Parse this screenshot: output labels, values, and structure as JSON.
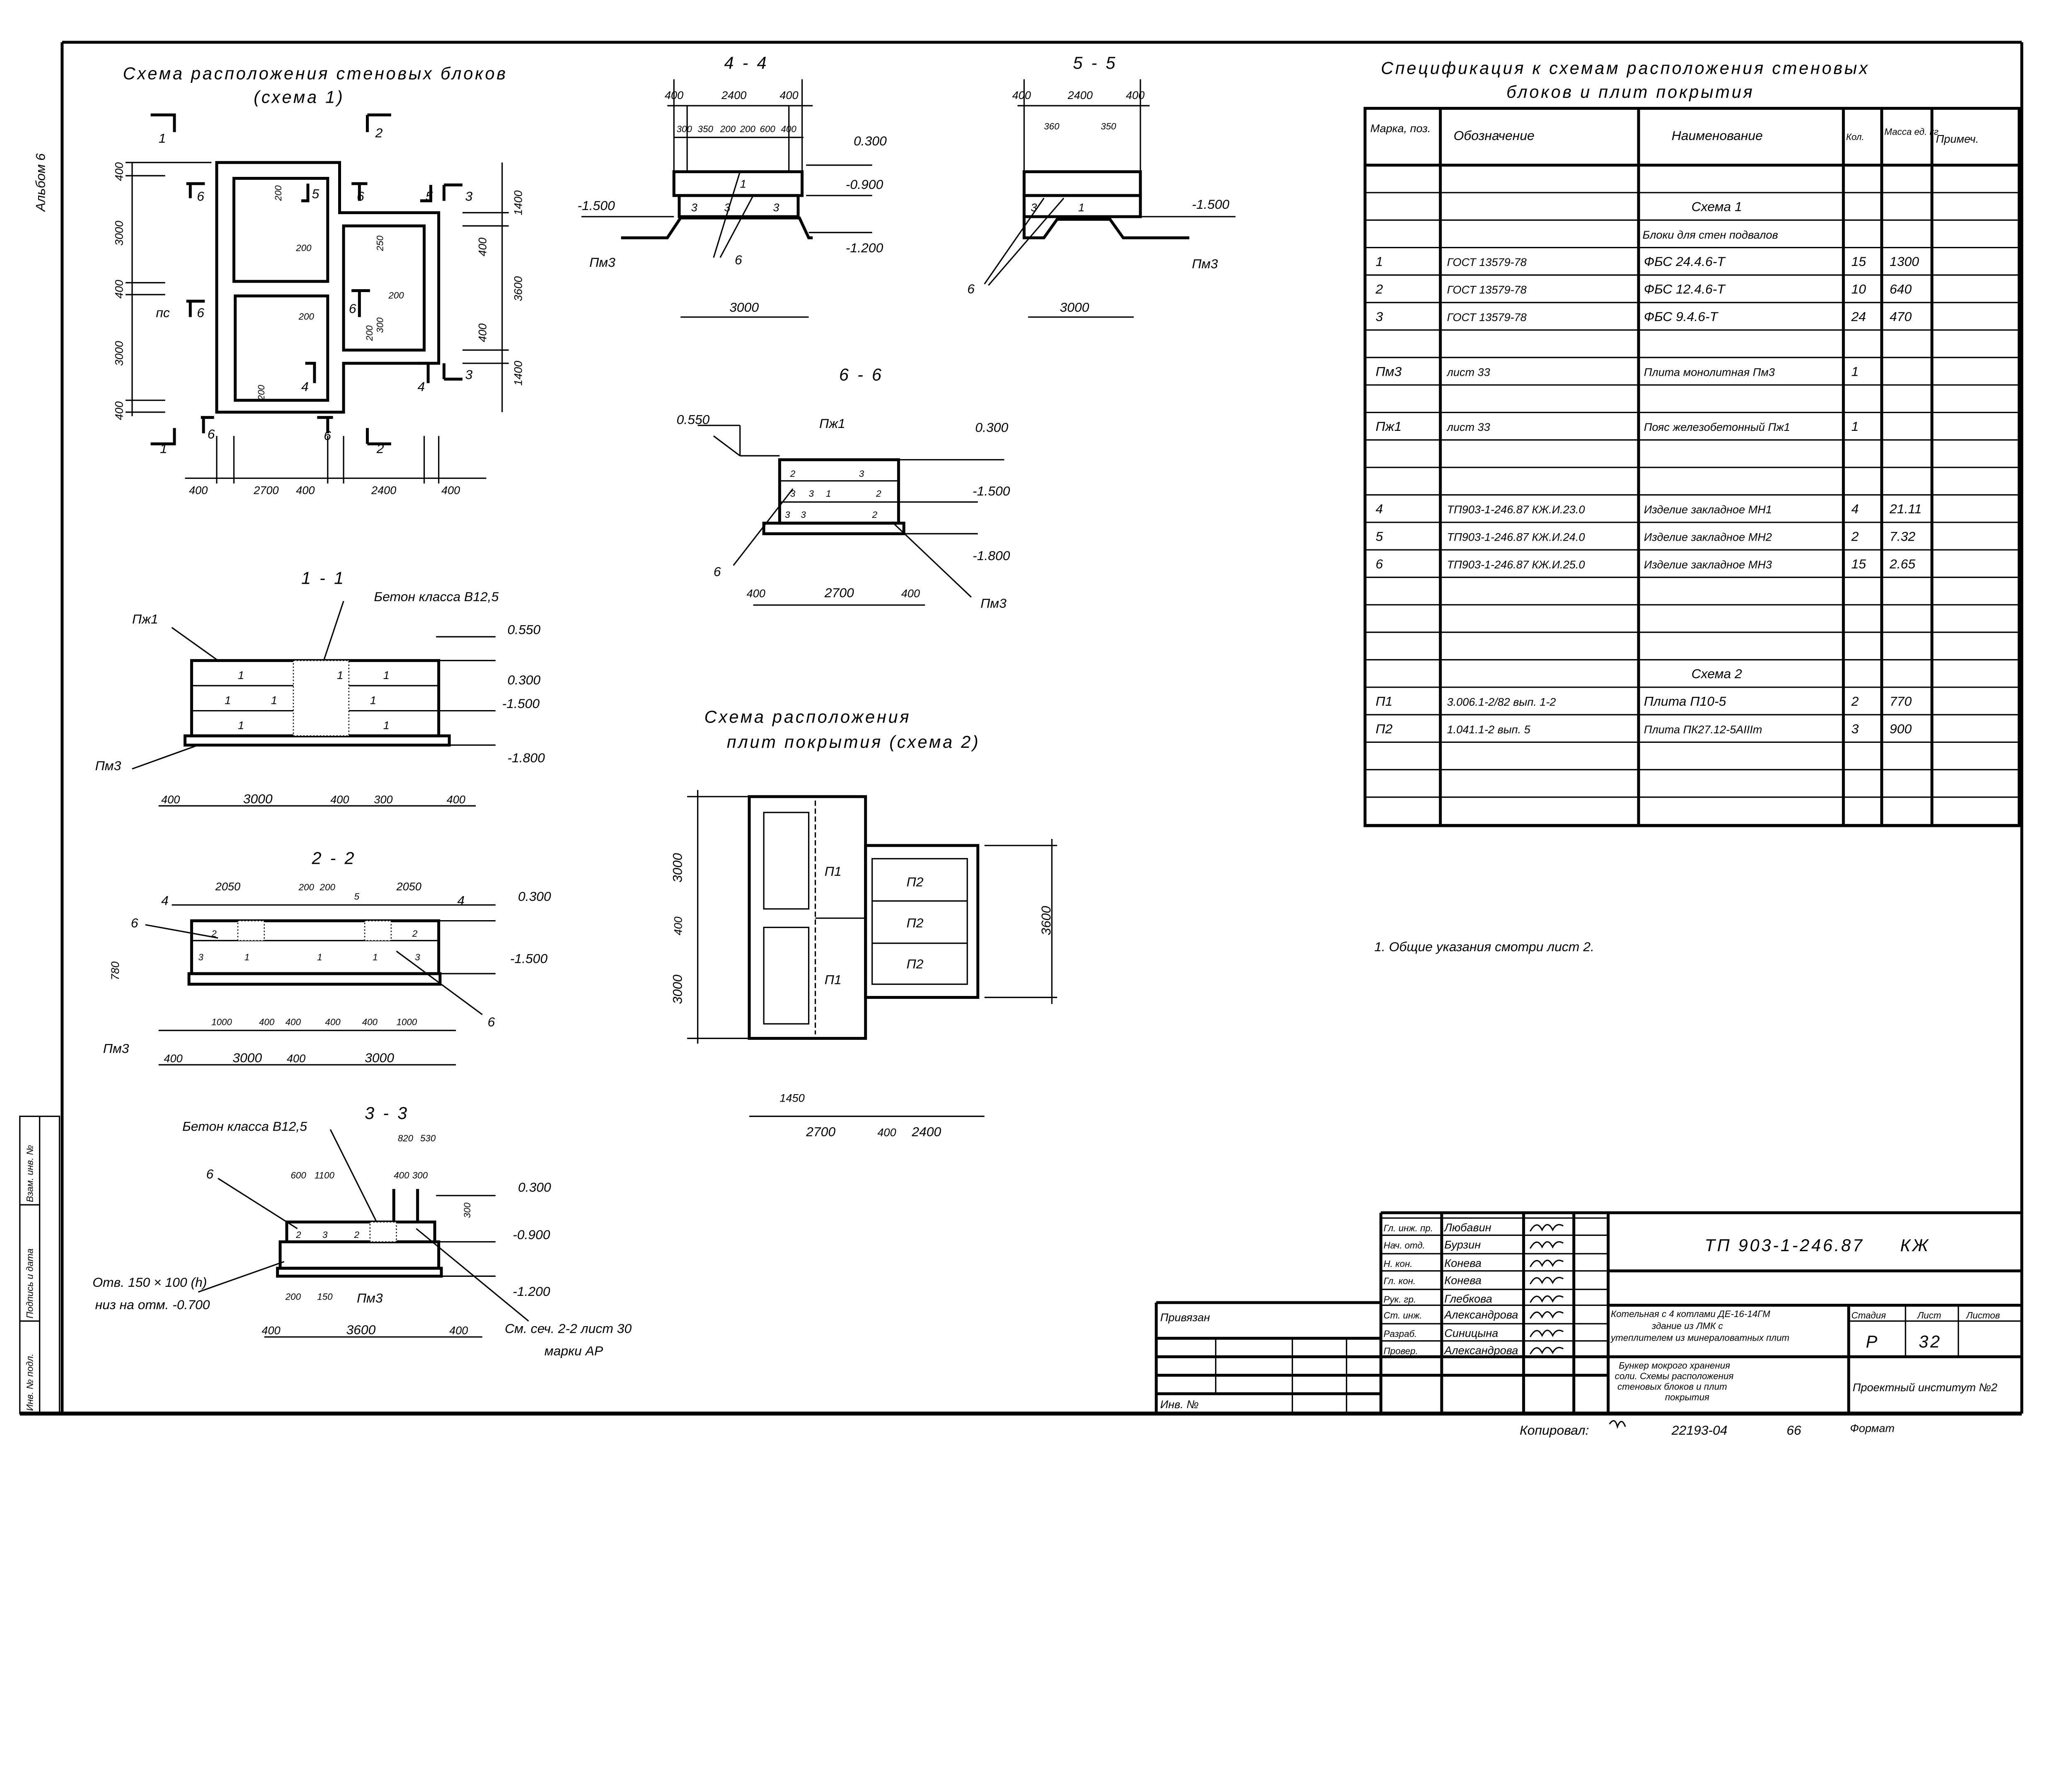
{
  "album": "Альбом 6",
  "side_stamp": [
    "Инв. № подл.",
    "Подпись и дата",
    "Взам. инв. №"
  ],
  "schema1": {
    "title": "Схема расположения стеновых блоков",
    "subtitle": "(схема 1)",
    "dims": [
      "400",
      "3000",
      "400",
      "3000",
      "400",
      "1400",
      "400",
      "3600",
      "400",
      "1400",
      "400",
      "2700",
      "400",
      "2400",
      "400",
      "200",
      "200",
      "250",
      "200",
      "200",
      "200",
      "200",
      "300"
    ],
    "marks": [
      "1",
      "2",
      "6",
      "5",
      "6",
      "5",
      "3",
      "пс",
      "6",
      "6",
      "4",
      "4",
      "3",
      "6",
      "6",
      "1",
      "2"
    ]
  },
  "sec44": {
    "title": "4 - 4",
    "dims": [
      "400",
      "2400",
      "400",
      "300",
      "350",
      "200",
      "200",
      "600",
      "400",
      "3000"
    ],
    "elev": [
      "0.300",
      "-0.900",
      "-1.500",
      "-1.200"
    ],
    "labels": [
      "Пм3",
      "6",
      "1",
      "3",
      "3",
      "3"
    ]
  },
  "sec55": {
    "title": "5 - 5",
    "dims": [
      "400",
      "2400",
      "400",
      "360",
      "350",
      "3000"
    ],
    "elev": [
      "-1.500"
    ],
    "labels": [
      "Пм3",
      "6",
      "3",
      "1"
    ]
  },
  "sec66": {
    "title": "6 - 6",
    "dims": [
      "400",
      "2700",
      "400"
    ],
    "elev": [
      "0.550",
      "0.300",
      "-1.500",
      "-1.800"
    ],
    "labels": [
      "Пж1",
      "Пм3",
      "6",
      "2",
      "3",
      "3",
      "3",
      "1",
      "2",
      "3",
      "3",
      "2"
    ]
  },
  "sec11": {
    "title": "1 - 1",
    "concrete": "Бетон класса В12,5",
    "dims": [
      "400",
      "3000",
      "400",
      "300",
      "400"
    ],
    "elev": [
      "0.550",
      "0.300",
      "-1.500",
      "-1.800"
    ],
    "labels": [
      "Пж1",
      "Пм3",
      "1",
      "1",
      "1",
      "1",
      "1",
      "1",
      "1",
      "1"
    ]
  },
  "sec22": {
    "title": "2 - 2",
    "dims": [
      "2050",
      "200",
      "200",
      "2050",
      "780",
      "1000",
      "400",
      "400",
      "400",
      "400",
      "1000",
      "400",
      "3000",
      "400",
      "3000"
    ],
    "elev": [
      "0.300",
      "-1.500"
    ],
    "labels": [
      "4",
      "4",
      "6",
      "6",
      "Пм3",
      "2",
      "2",
      "3",
      "3",
      "1",
      "1",
      "1",
      "5"
    ]
  },
  "sec33": {
    "title": "3 - 3",
    "concrete": "Бетон класса В12,5",
    "dims": [
      "820",
      "530",
      "300",
      "600",
      "1100",
      "400",
      "300",
      "200",
      "150",
      "400",
      "3600",
      "400"
    ],
    "elev": [
      "0.300",
      "-0.900",
      "-1.200"
    ],
    "labels": [
      "6",
      "Пм3",
      "2",
      "3",
      "2"
    ],
    "hole_note": "Отв. 150 × 100 (h)",
    "hole_level": "низ на отм. -0.700",
    "ref_note": "См. сеч. 2-2 лист 30",
    "ref_mark": "марки АР"
  },
  "schema2": {
    "title": "Схема расположения",
    "subtitle": "плит покрытия (схема 2)",
    "dims": [
      "3000",
      "400",
      "3000",
      "3600",
      "1450",
      "2700",
      "400",
      "2400"
    ],
    "labels": [
      "П1",
      "П1",
      "П2",
      "П2",
      "П2"
    ]
  },
  "spec": {
    "title_line1": "Спецификация к схемам расположения стеновых",
    "title_line2": "блоков и плит покрытия",
    "headers": [
      "Марка, поз.",
      "Обозначение",
      "Наименование",
      "Кол.",
      "Масса ед. кг",
      "Примеч."
    ],
    "rows": [
      [
        "",
        "",
        "",
        "",
        "",
        ""
      ],
      [
        "",
        "",
        "Схема 1",
        "",
        "",
        ""
      ],
      [
        "",
        "",
        "Блоки для стен подвалов",
        "",
        "",
        ""
      ],
      [
        "1",
        "ГОСТ 13579-78",
        "ФБС 24.4.6-Т",
        "15",
        "1300",
        ""
      ],
      [
        "2",
        "ГОСТ 13579-78",
        "ФБС 12.4.6-Т",
        "10",
        "640",
        ""
      ],
      [
        "3",
        "ГОСТ 13579-78",
        "ФБС 9.4.6-Т",
        "24",
        "470",
        ""
      ],
      [
        "",
        "",
        "",
        "",
        "",
        ""
      ],
      [
        "Пм3",
        "лист 33",
        "Плита монолитная Пм3",
        "1",
        "",
        ""
      ],
      [
        "",
        "",
        "",
        "",
        "",
        ""
      ],
      [
        "Пж1",
        "лист 33",
        "Пояс железобетонный Пж1",
        "1",
        "",
        ""
      ],
      [
        "",
        "",
        "",
        "",
        "",
        ""
      ],
      [
        "",
        "",
        "",
        "",
        "",
        ""
      ],
      [
        "4",
        "ТП903-1-246.87  КЖ.И.23.0",
        "Изделие закладное МН1",
        "4",
        "21.11",
        ""
      ],
      [
        "5",
        "ТП903-1-246.87  КЖ.И.24.0",
        "Изделие закладное МН2",
        "2",
        "7.32",
        ""
      ],
      [
        "6",
        "ТП903-1-246.87  КЖ.И.25.0",
        "Изделие закладное МН3",
        "15",
        "2.65",
        ""
      ],
      [
        "",
        "",
        "",
        "",
        "",
        ""
      ],
      [
        "",
        "",
        "",
        "",
        "",
        ""
      ],
      [
        "",
        "",
        "",
        "",
        "",
        ""
      ],
      [
        "",
        "",
        "Схема 2",
        "",
        "",
        ""
      ],
      [
        "П1",
        "3.006.1-2/82 вып. 1-2",
        "Плита П10-5",
        "2",
        "770",
        ""
      ],
      [
        "П2",
        "1.041.1-2  вып. 5",
        "Плита ПК27.12-5АIIIт",
        "3",
        "900",
        ""
      ],
      [
        "",
        "",
        "",
        "",
        "",
        ""
      ],
      [
        "",
        "",
        "",
        "",
        "",
        ""
      ],
      [
        "",
        "",
        "",
        "",
        "",
        ""
      ]
    ]
  },
  "note": "1. Общие указания смотри лист 2.",
  "titleblock": {
    "doc_code": "ТП 903-1-246.87",
    "mark": "КЖ",
    "roles": [
      "Гл. инж. пр.",
      "Нач. отд.",
      "Н. кон.",
      "Гл. кон.",
      "Рук. гр.",
      "Ст. инж.",
      "Разраб.",
      "Провер."
    ],
    "names": [
      "Любавин",
      "Бурзин",
      "Конева",
      "Конева",
      "Глебкова",
      "Александрова",
      "Синицына",
      "Александрова"
    ],
    "project": [
      "Котельная с 4 котлами ДЕ-16-14ГМ",
      "здание из ЛМК с",
      "утеплителем из минераловатных плит"
    ],
    "stage_label": "Стадия",
    "sheet_label": "Лист",
    "sheets_label": "Листов",
    "stage": "Р",
    "sheet": "32",
    "sheets": "",
    "drawing_title": [
      "Бункер мокрого хранения",
      "соли. Схемы расположения",
      "стеновых блоков и плит",
      "покрытия"
    ],
    "org": "Проектный институт №2",
    "linked": "Привязан",
    "inv_no": "Инв. №"
  },
  "footer": {
    "copied": "Копировал:",
    "order": "22193-04",
    "num": "66",
    "format": "Формат"
  }
}
